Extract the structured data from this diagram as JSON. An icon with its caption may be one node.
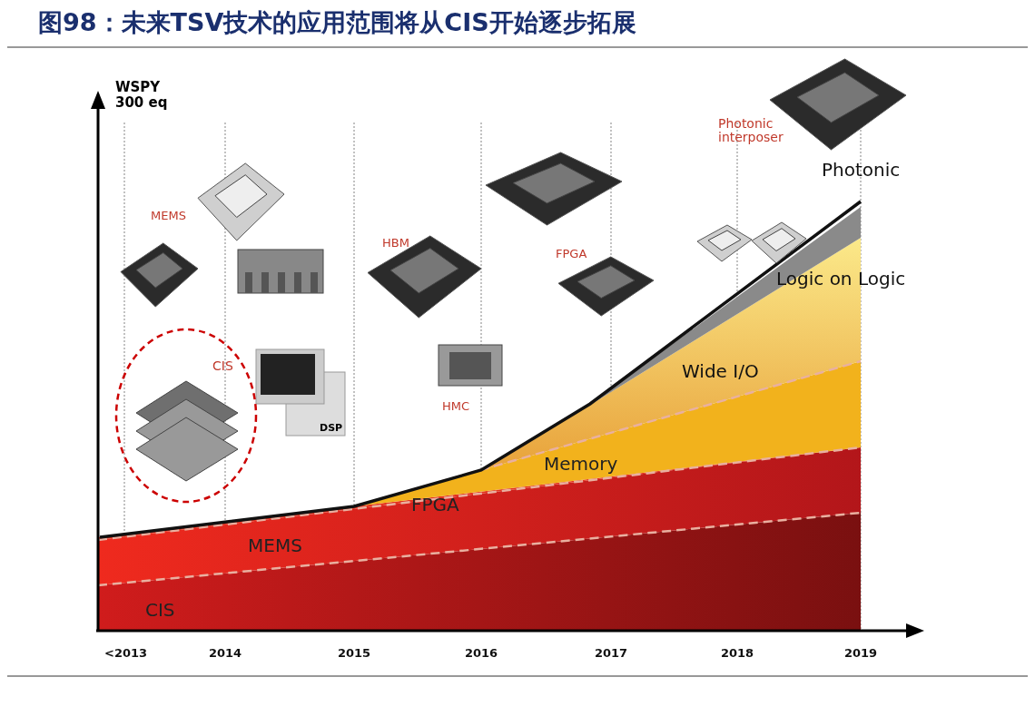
{
  "diagram": {
    "title": "图98：未来TSV技术的应用范围将从CIS开始逐步拓展",
    "labels": [
      "WSPY 300 eq",
      "MEMS",
      "CIS",
      "DSP",
      "HBM",
      "HMC",
      "FPGA",
      "Photonic interposer",
      "Photonic",
      "Logic on Logic",
      "Wide I/O",
      "Memory",
      "FPGA",
      "MEMS",
      "CIS",
      "<2013",
      "2014",
      "2015",
      "2016",
      "2017",
      "2018",
      "2019"
    ]
  }
}
